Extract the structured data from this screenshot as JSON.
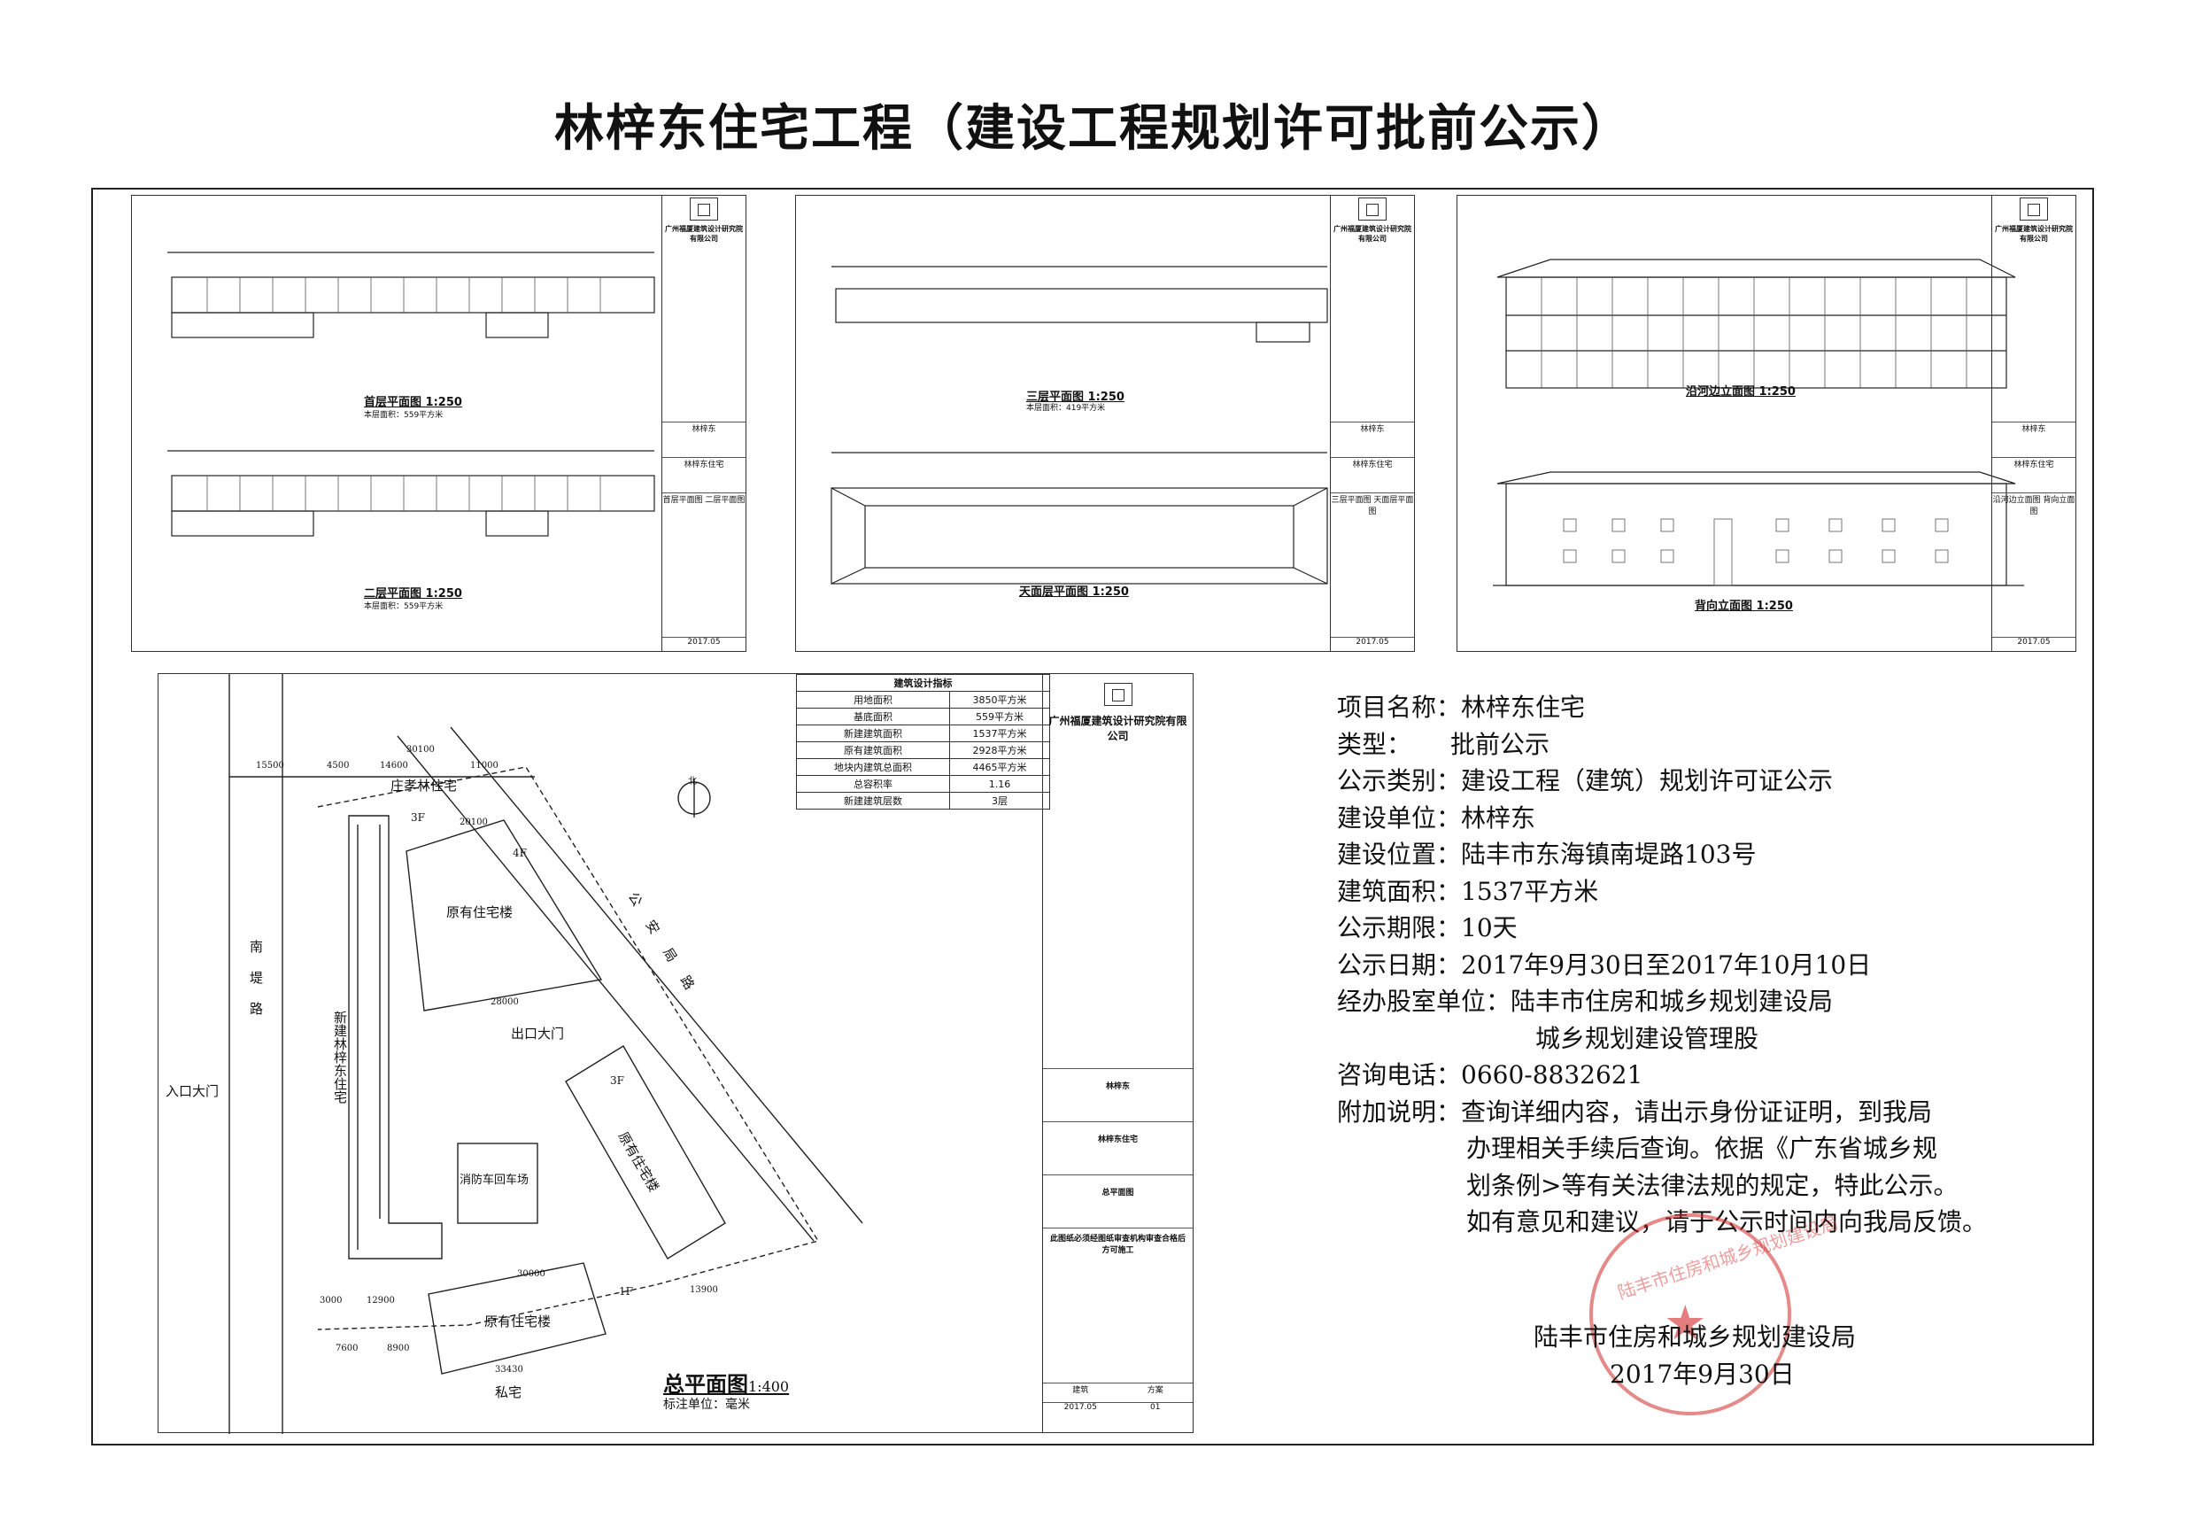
{
  "title": "林梓东住宅工程（建设工程规划许可批前公示）",
  "drawings": {
    "firm_name": "广州福厦建筑设计研究院有限公司",
    "floor1": {
      "label": "首层平面图",
      "scale": "1:250",
      "area": "本层面积：559平方米"
    },
    "floor2": {
      "label": "二层平面图",
      "scale": "1:250",
      "area": "本层面积：559平方米"
    },
    "floor3": {
      "label": "三层平面图",
      "scale": "1:250",
      "area": "本层面积：419平方米"
    },
    "roof": {
      "label": "天面层平面图",
      "scale": "1:250"
    },
    "elev_river": {
      "label": "沿河边立面图",
      "scale": "1:250"
    },
    "elev_back": {
      "label": "背向立面图",
      "scale": "1:250"
    },
    "tb_owner": "林梓东",
    "tb_project": "林梓东住宅",
    "tb1_name": "首层平面图 二层平面图",
    "tb2_name": "三层平面图 天面层平面图",
    "tb3_name": "沿河边立面图 背向立面图",
    "date": "2017.05"
  },
  "site_plan": {
    "table_header": "建筑设计指标",
    "indicators": [
      {
        "k": "用地面积",
        "v": "3850平方米"
      },
      {
        "k": "基底面积",
        "v": "559平方米"
      },
      {
        "k": "新建建筑面积",
        "v": "1537平方米"
      },
      {
        "k": "原有建筑面积",
        "v": "2928平方米"
      },
      {
        "k": "地块内建筑总面积",
        "v": "4465平方米"
      },
      {
        "k": "总容积率",
        "v": "1.16"
      },
      {
        "k": "新建建筑层数",
        "v": "3层"
      }
    ],
    "firm_name": "广州福厦建筑设计研究院有限公司",
    "owner": "林梓东",
    "project": "林梓东住宅",
    "drawing": "总平面图",
    "note": "此图纸必须经图纸审查机构审查合格后方可施工",
    "stage": "建筑",
    "type": "方案",
    "num": "01",
    "date": "2017.05",
    "labels": {
      "zhuang": "庄孝林住宅",
      "orig1": "原有住宅楼",
      "orig2": "原有住宅楼",
      "orig3": "原有住宅楼",
      "new_bldg": "新建林梓东住宅",
      "exit_gate": "出口大门",
      "entry_gate": "入口大门",
      "fire_lane": "消防车回车场",
      "gongan_rd": "公安局路",
      "nandi_rd": "南堤路",
      "private": "私宅",
      "f3a": "3F",
      "f4": "4F",
      "f3b": "3F",
      "f1": "1F",
      "north": "北"
    },
    "dims": [
      "30100",
      "14600",
      "11000",
      "15500",
      "4500",
      "20100",
      "28000",
      "30000",
      "13900",
      "12900",
      "7600",
      "8900",
      "33430",
      "3000"
    ],
    "plan_title": "总平面图",
    "plan_scale": "1:400",
    "unit_note": "标注单位：毫米"
  },
  "notice": {
    "rows": [
      {
        "k": "项目名称：",
        "v": "林梓东住宅"
      },
      {
        "k": "类型：",
        "v": "批前公示"
      },
      {
        "k": "公示类别：",
        "v": "建设工程（建筑）规划许可证公示"
      },
      {
        "k": "建设单位：",
        "v": "林梓东"
      },
      {
        "k": "建设位置：",
        "v": "陆丰市东海镇南堤路103号"
      },
      {
        "k": "建筑面积：",
        "v": "1537平方米"
      },
      {
        "k": "公示期限：",
        "v": "10天"
      },
      {
        "k": "公示日期：",
        "v": "2017年9月30日至2017年10月10日"
      },
      {
        "k": "经办股室单位：",
        "v": "陆丰市住房和城乡规划建设局"
      },
      {
        "k": "",
        "v": "城乡规划建设管理股"
      },
      {
        "k": "咨询电话：",
        "v": "0660-8832621"
      },
      {
        "k": "附加说明：",
        "v": "查询详细内容，请出示身份证证明，到我局"
      },
      {
        "k": "",
        "v": "办理相关手续后查询。依据《广东省城乡规"
      },
      {
        "k": "",
        "v": "划条例>等有关法律法规的规定，特此公示。"
      },
      {
        "k": "",
        "v": "如有意见和建议，请于公示时间内向我局反馈。"
      }
    ],
    "signer": "陆丰市住房和城乡规划建设局",
    "sign_date": "2017年9月30日",
    "stamp_text": "陆丰市住房和城乡规划建设局"
  },
  "colors": {
    "ink": "#111111",
    "stamp": "#d22828"
  }
}
